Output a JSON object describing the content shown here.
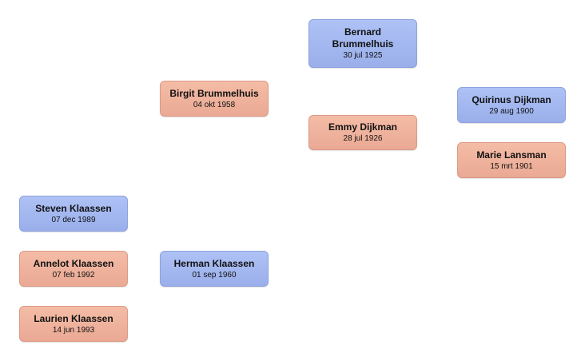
{
  "people": {
    "bernard": {
      "name": "Bernard\nBrummelhuis",
      "date": "30 jul 1925",
      "gender": "male"
    },
    "birgit": {
      "name": "Birgit Brummelhuis",
      "date": "04 okt 1958",
      "gender": "female"
    },
    "emmy": {
      "name": "Emmy Dijkman",
      "date": "28 jul 1926",
      "gender": "female"
    },
    "quirinus": {
      "name": "Quirinus Dijkman",
      "date": "29 aug 1900",
      "gender": "male"
    },
    "marie": {
      "name": "Marie Lansman",
      "date": "15 mrt 1901",
      "gender": "female"
    },
    "steven": {
      "name": "Steven Klaassen",
      "date": "07 dec 1989",
      "gender": "male"
    },
    "annelot": {
      "name": "Annelot Klaassen",
      "date": "07 feb 1992",
      "gender": "female"
    },
    "laurien": {
      "name": "Laurien Klaassen",
      "date": "14 jun 1993",
      "gender": "female"
    },
    "herman": {
      "name": "Herman Klaassen",
      "date": "01 sep 1960",
      "gender": "male"
    }
  },
  "colors": {
    "male": "#a4b8f0",
    "female": "#efb39e"
  }
}
